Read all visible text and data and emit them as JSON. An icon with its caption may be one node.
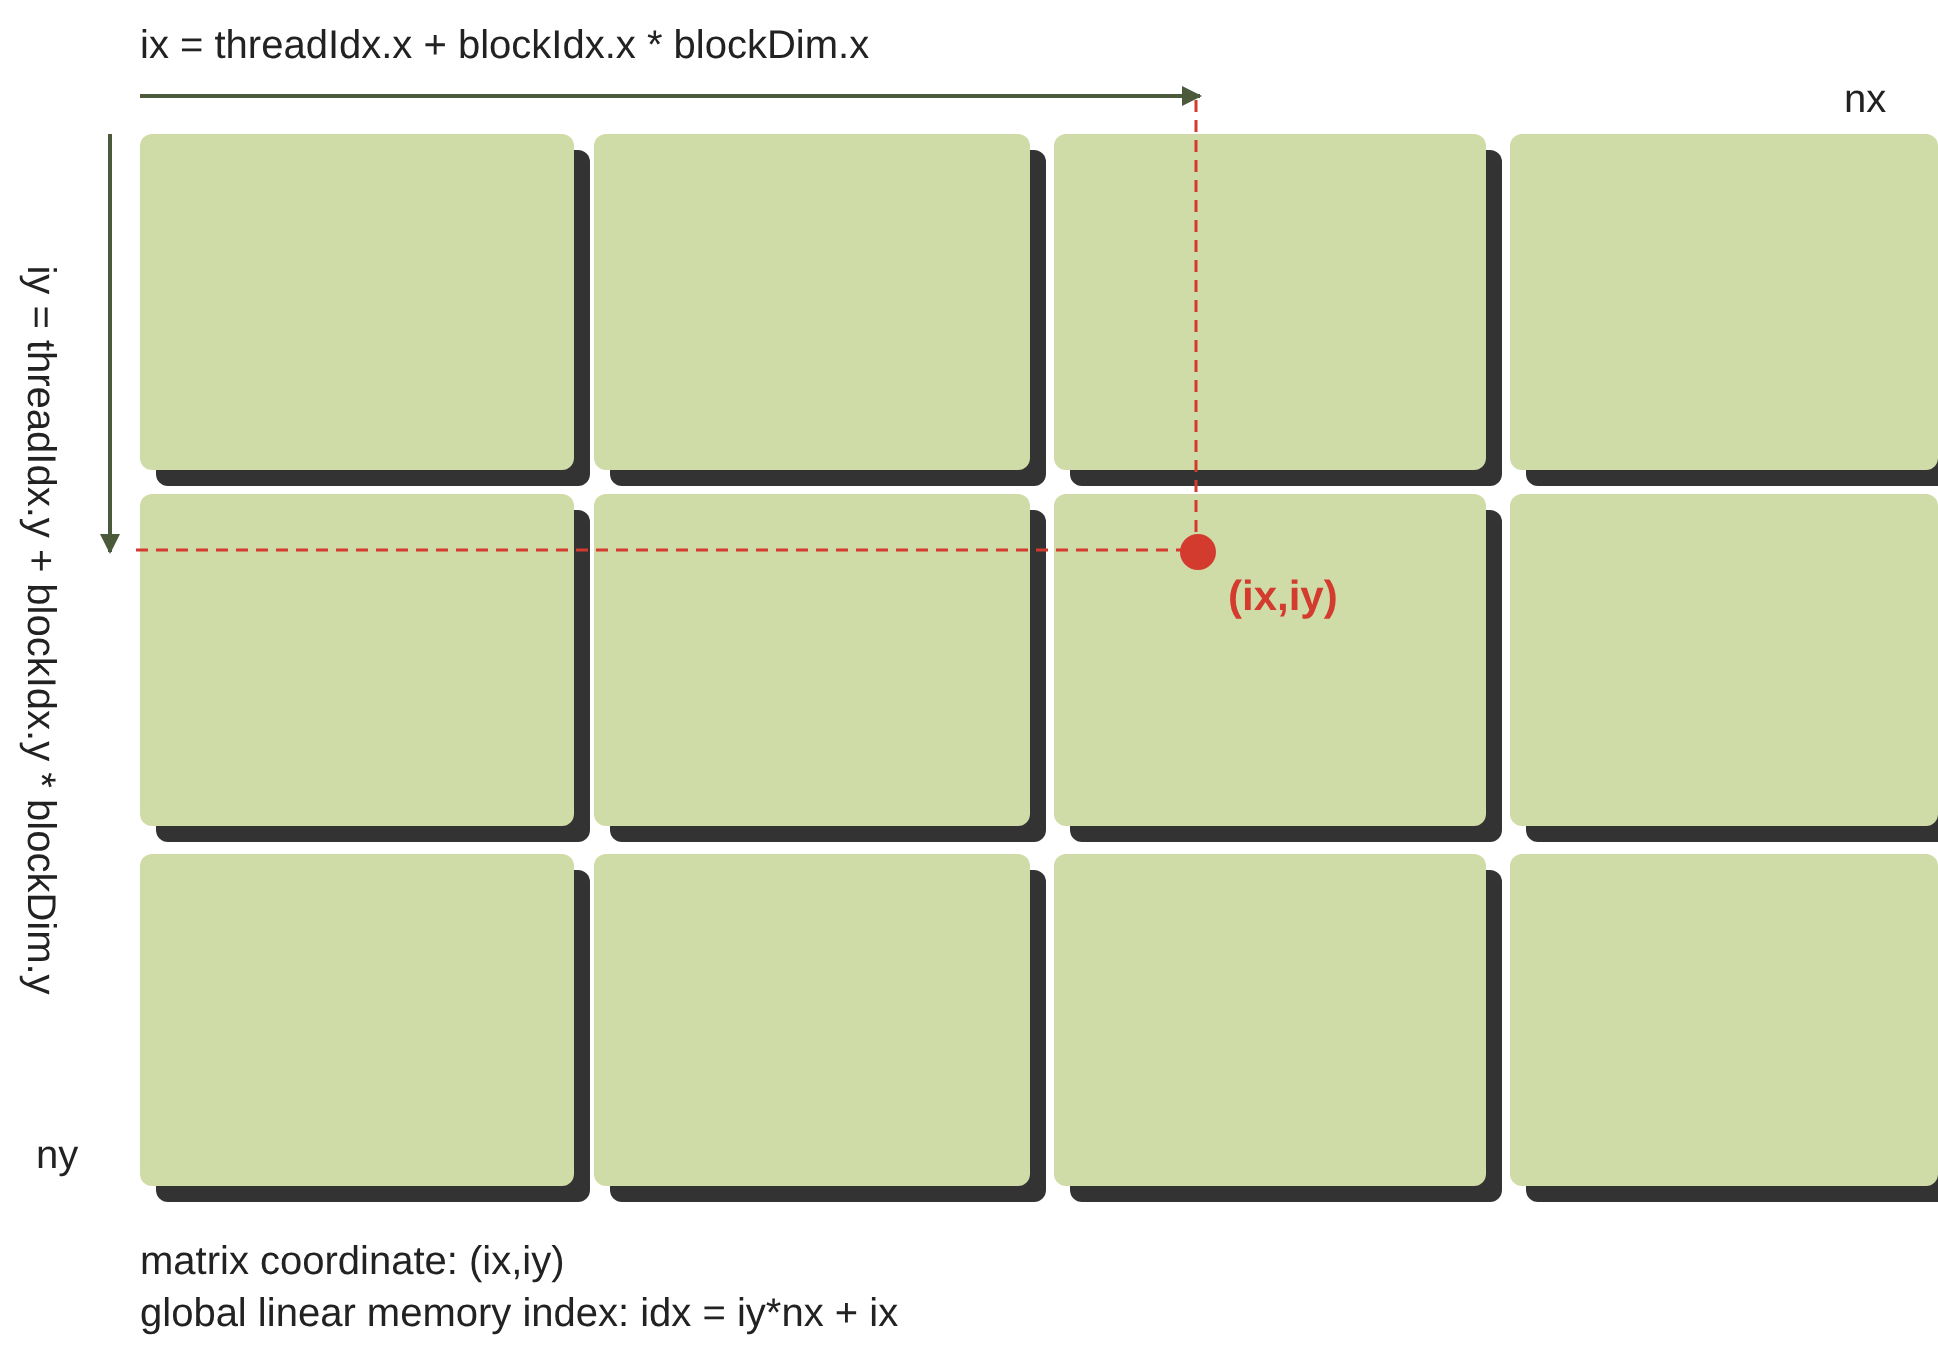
{
  "diagram": {
    "nodes": [
      {
        "text": [],
        "shape": "box"
      },
      {
        "text": [],
        "shape": "box"
      },
      {
        "text": [],
        "shape": "box"
      },
      {
        "text": [],
        "shape": "box"
      },
      {
        "text": [],
        "shape": "box"
      },
      {
        "text": [],
        "shape": "box"
      },
      {
        "text": [],
        "shape": "box"
      },
      {
        "text": [],
        "shape": "box"
      },
      {
        "text": [],
        "shape": "box"
      },
      {
        "text": [],
        "shape": "box"
      },
      {
        "text": [],
        "shape": "box"
      },
      {
        "text": [],
        "shape": "box"
      }
    ],
    "labels": [
      "ix = threadIdx.x + blockIdx.x * blockDim.x",
      "nx",
      "iy = threadIdx.y + blockIdx.y * blockDim.y",
      "(ix,iy)",
      "ny",
      "matrix coordinate: (ix,iy)",
      "global linear memory index: idx = iy*nx + ix"
    ]
  }
}
